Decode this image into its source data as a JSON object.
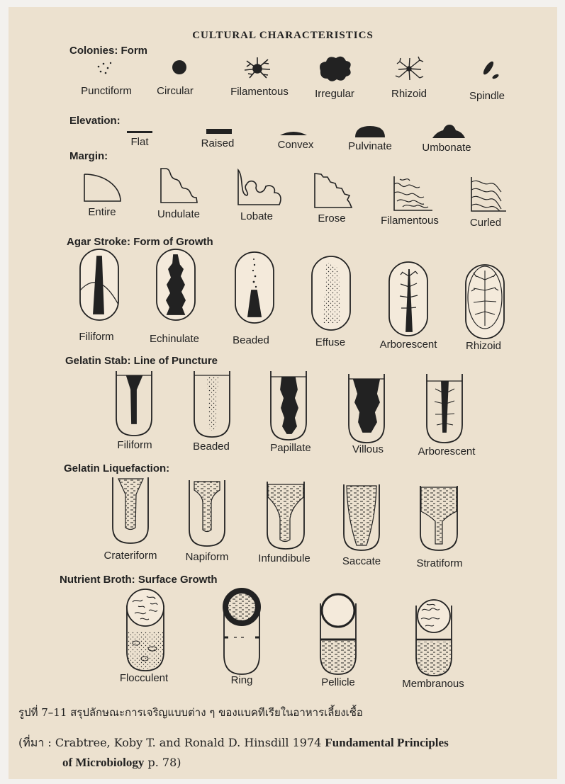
{
  "title": "CULTURAL CHARACTERISTICS",
  "sections": {
    "form": "Colonies: Form",
    "elevation": "Elevation:",
    "margin": "Margin:",
    "agar": "Agar Stroke: Form of Growth",
    "stab": "Gelatin Stab: Line of Puncture",
    "liquefaction": "Gelatin Liquefaction:",
    "broth": "Nutrient Broth: Surface Growth"
  },
  "form_labels": [
    "Punctiform",
    "Circular",
    "Filamentous",
    "Irregular",
    "Rhizoid",
    "Spindle"
  ],
  "elevation_labels": [
    "Flat",
    "Raised",
    "Convex",
    "Pulvinate",
    "Umbonate"
  ],
  "margin_labels": [
    "Entire",
    "Undulate",
    "Lobate",
    "Erose",
    "Filamentous",
    "Curled"
  ],
  "agar_labels": [
    "Filiform",
    "Echinulate",
    "Beaded",
    "Effuse",
    "Arborescent",
    "Rhizoid"
  ],
  "stab_labels": [
    "Filiform",
    "Beaded",
    "Papillate",
    "Villous",
    "Arborescent"
  ],
  "liquefaction_labels": [
    "Crateriform",
    "Napiform",
    "Infundibule",
    "Saccate",
    "Stratiform"
  ],
  "broth_labels": [
    "Flocculent",
    "Ring",
    "Pellicle",
    "Membranous"
  ],
  "caption": "รูปที่ 7–11 สรุปลักษณะการเจริญแบบต่าง ๆ ของแบคทีเรียในอาหารเลี้ยงเชื้อ",
  "source": {
    "prefix": "(ที่มา :",
    "authors": "Crabtree, Koby T. and Ronald D. Hinsdill",
    "year": "1974",
    "book_line1": "Fundamental Principles",
    "book_line2": "of Microbiology",
    "page": "p. 78)"
  },
  "colors": {
    "paper": "#ece1cf",
    "ink": "#222222"
  }
}
